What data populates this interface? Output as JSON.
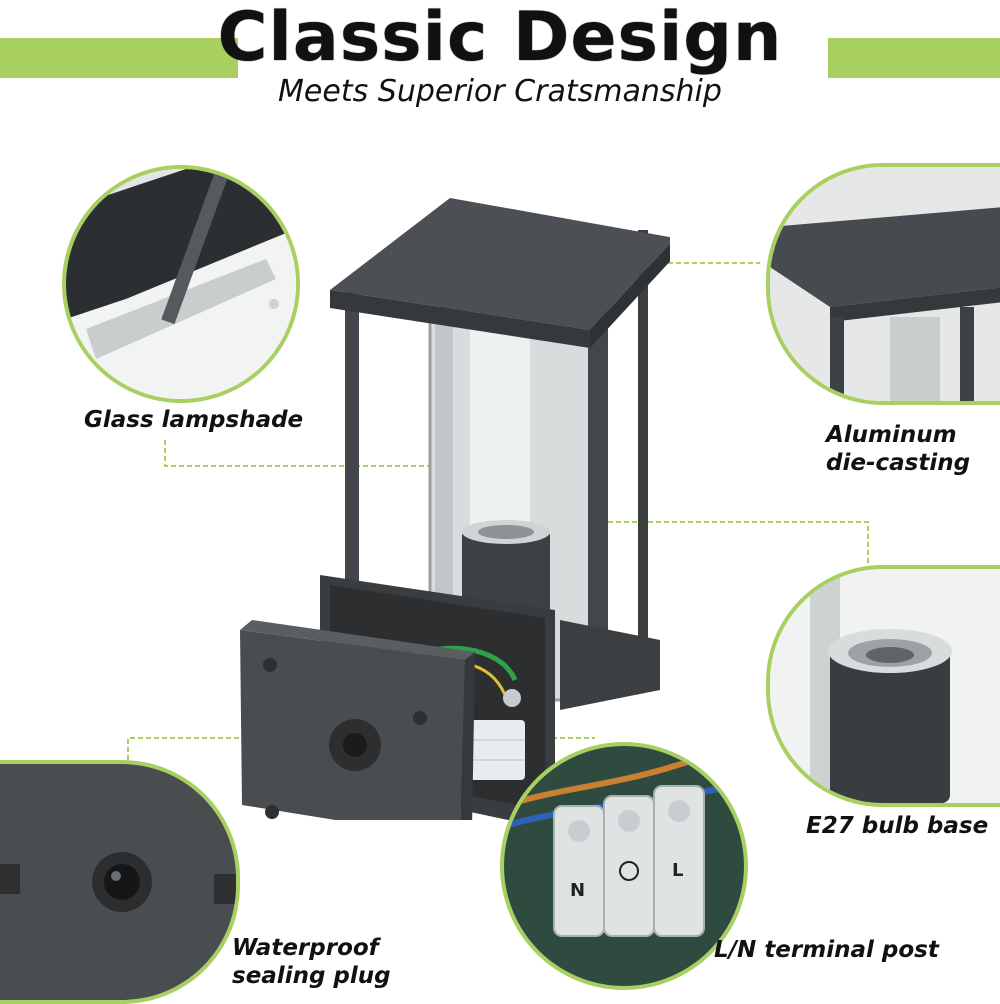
{
  "header": {
    "title": "Classic   Design",
    "subtitle": "Meets Superior Cratsmanship"
  },
  "features": [
    {
      "id": "glass",
      "label": "Glass lampshade"
    },
    {
      "id": "aluminum",
      "label_line1": "Aluminum",
      "label_line2": "die-casting"
    },
    {
      "id": "bulb-base",
      "label": "E27 bulb base"
    },
    {
      "id": "plug",
      "label_line1": "Waterproof",
      "label_line2": "sealing plug"
    },
    {
      "id": "terminal",
      "label": "L/N terminal post"
    }
  ],
  "terminal_marks": [
    "N",
    "L"
  ],
  "colors": {
    "accent_green": "#a8d060",
    "housing_gray": "#4a4d50",
    "text": "#111111"
  }
}
